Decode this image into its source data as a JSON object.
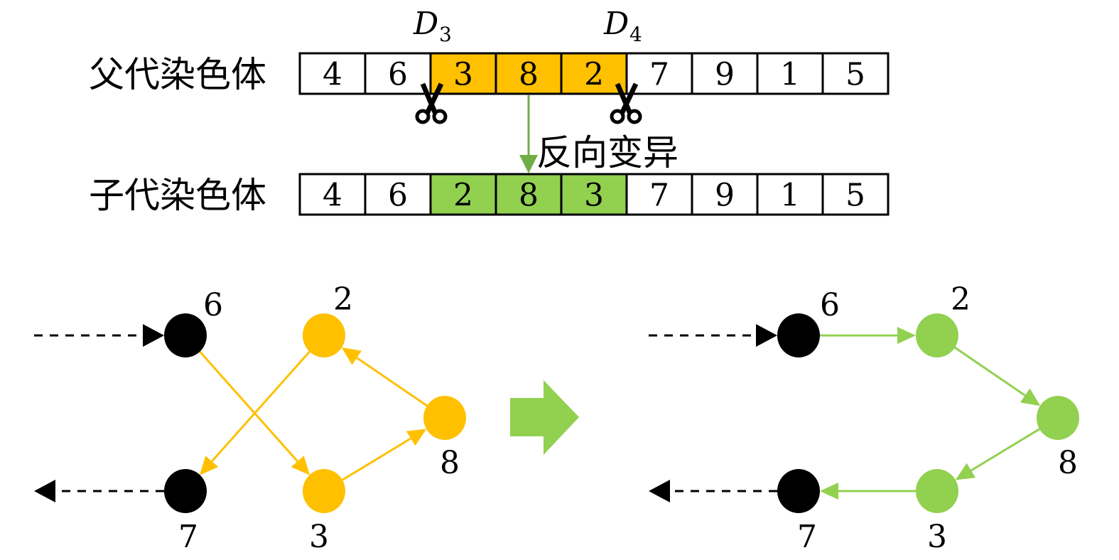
{
  "parent_label": "父代染色体",
  "child_label": "子代染色体",
  "mutation_label": "反向变异",
  "cut_labels": [
    {
      "main": "D",
      "sub": "3"
    },
    {
      "main": "D",
      "sub": "4"
    }
  ],
  "parent_genes": [
    "4",
    "6",
    "3",
    "8",
    "2",
    "7",
    "9",
    "1",
    "5"
  ],
  "child_genes": [
    "4",
    "6",
    "2",
    "8",
    "3",
    "7",
    "9",
    "1",
    "5"
  ],
  "segment_range": [
    2,
    4
  ],
  "colors": {
    "orange": "#FFC000",
    "green": "#92D050",
    "arrow_green": "#70AD47",
    "black": "#000000"
  },
  "left_graph": {
    "nodes": [
      {
        "id": "6",
        "label": "6",
        "color": "black"
      },
      {
        "id": "7",
        "label": "7",
        "color": "black"
      },
      {
        "id": "2",
        "label": "2",
        "color": "orange"
      },
      {
        "id": "3",
        "label": "3",
        "color": "orange"
      },
      {
        "id": "8",
        "label": "8",
        "color": "orange"
      }
    ],
    "edges": [
      [
        "6",
        "3"
      ],
      [
        "3",
        "8"
      ],
      [
        "8",
        "2"
      ],
      [
        "2",
        "7"
      ]
    ]
  },
  "right_graph": {
    "nodes": [
      {
        "id": "6",
        "label": "6",
        "color": "black"
      },
      {
        "id": "7",
        "label": "7",
        "color": "black"
      },
      {
        "id": "2",
        "label": "2",
        "color": "green"
      },
      {
        "id": "3",
        "label": "3",
        "color": "green"
      },
      {
        "id": "8",
        "label": "8",
        "color": "green"
      }
    ],
    "edges": [
      [
        "6",
        "2"
      ],
      [
        "2",
        "8"
      ],
      [
        "8",
        "3"
      ],
      [
        "3",
        "7"
      ]
    ]
  }
}
